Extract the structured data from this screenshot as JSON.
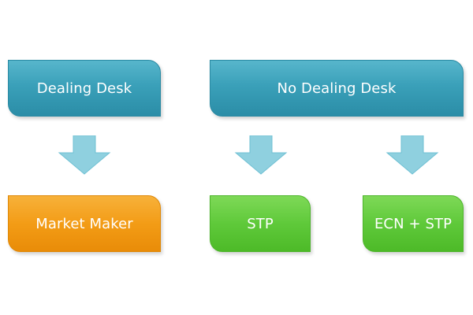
{
  "nodes": {
    "dealing_desk": "Dealing Desk",
    "no_dealing_desk": "No Dealing Desk",
    "market_maker": "Market Maker",
    "stp": "STP",
    "ecn_stp": "ECN + STP"
  },
  "edges": [
    {
      "from": "Dealing Desk",
      "to": "Market Maker"
    },
    {
      "from": "No Dealing Desk",
      "to": "STP"
    },
    {
      "from": "No Dealing Desk",
      "to": "ECN + STP"
    }
  ],
  "colors": {
    "top_boxes": "#3aa0b9",
    "market_maker": "#f39c16",
    "no_dealing_children": "#5fc93a",
    "arrows": "#8fd0df"
  }
}
